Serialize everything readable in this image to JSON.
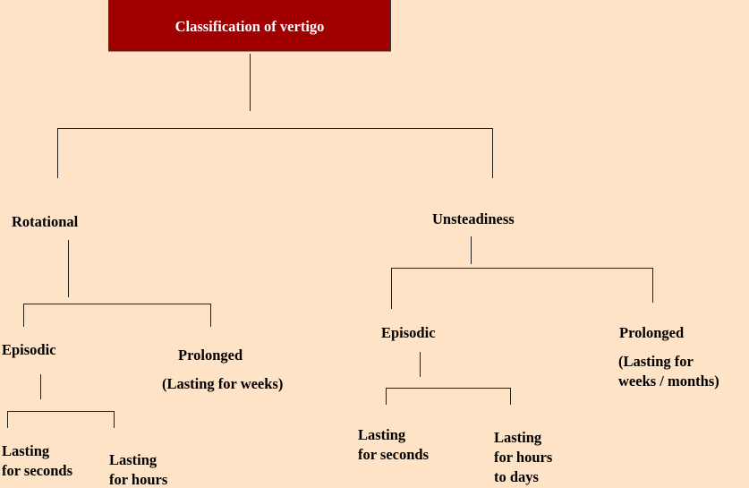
{
  "title": "Classification of vertigo",
  "colors": {
    "background": "#FFE3C6",
    "title_box": "#A00000",
    "title_text": "#FFFFFF"
  },
  "rotational": {
    "label": "Rotational",
    "episodic": {
      "label": "Episodic",
      "seconds": [
        "Lasting",
        "for seconds"
      ],
      "hours": [
        "Lasting",
        "for hours"
      ]
    },
    "prolonged": {
      "label": "Prolonged",
      "duration": "(Lasting for weeks)"
    }
  },
  "unsteadiness": {
    "label": "Unsteadiness",
    "episodic": {
      "label": "Episodic",
      "seconds": [
        "Lasting",
        "for seconds"
      ],
      "hours": [
        "Lasting",
        "for hours",
        "to days"
      ]
    },
    "prolonged": {
      "label": "Prolonged",
      "duration": [
        "(Lasting for",
        "weeks / months)"
      ]
    }
  }
}
